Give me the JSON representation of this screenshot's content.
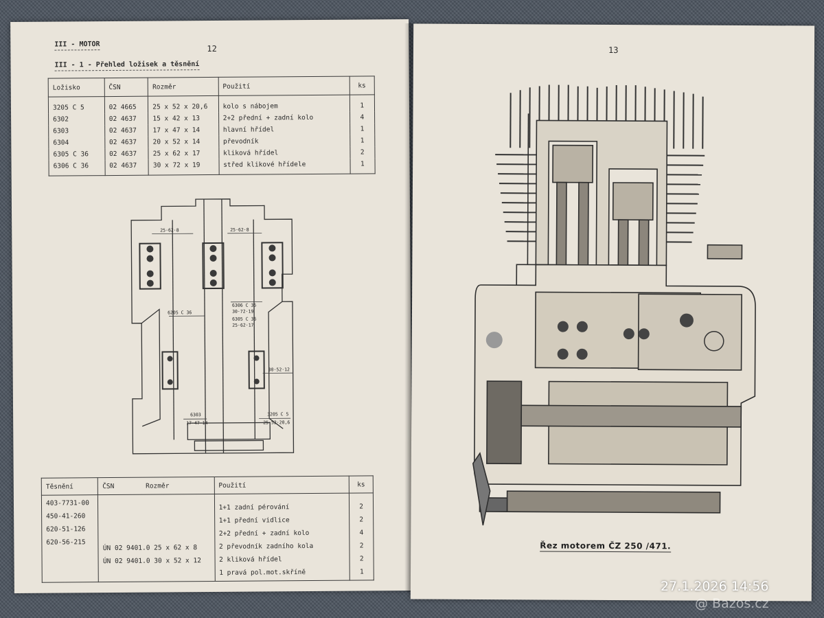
{
  "left_page": {
    "page_number": "12",
    "chapter": "III - MOTOR",
    "section": "III - 1 - Přehled ložisek a těsnění",
    "bearings_table": {
      "headers": [
        "Ložisko",
        "ČSN",
        "Rozměr",
        "Použití",
        "ks"
      ],
      "rows": [
        [
          "3205 C 5",
          "02 4665",
          "25 x 52 x 20,6",
          "kolo s nábojem",
          "1"
        ],
        [
          "6302",
          "02 4637",
          "15 x 42 x 13",
          "2+2 přední + zadní kolo",
          "4"
        ],
        [
          "6303",
          "02 4637",
          "17 x 47 x 14",
          "hlavní hřídel",
          "1"
        ],
        [
          "6304",
          "02 4637",
          "20 x 52 x 14",
          "převodník",
          "1"
        ],
        [
          "6305 C 36",
          "02 4637",
          "25 x 62 x 17",
          "kliková hřídel",
          "2"
        ],
        [
          "6306 C 36",
          "02 4637",
          "30 x 72 x 19",
          "střed klikové hřídele",
          "1"
        ]
      ]
    },
    "diagram_labels": {
      "l1": "25·62·8",
      "l2": "25·62·8",
      "l3": "6205 C 36",
      "l4": "6306 C 36",
      "l5": "30·72·19",
      "l6": "6305 C 36",
      "l7": "25·62·17",
      "l8": "30·52·12",
      "l9": "6303",
      "l10": "17·47·14",
      "l11": "3205 C 5",
      "l12": "25·52·20,6"
    },
    "seals_table": {
      "headers": [
        "Těsnění",
        "ČSN",
        "Rozměr",
        "Použití",
        "ks"
      ],
      "tesneni": [
        "403-7731-00",
        "450-41-260",
        "620-51-126",
        "620-56-215"
      ],
      "csn_rozmer": [
        "ÚN 02 9401.0 25 x 62 x 8",
        "ÚN 02 9401.0 30 x 52 x 12"
      ],
      "pouziti": [
        "1+1 zadní pérování",
        "1+1 přední vidlice",
        "2+2 přední + zadní kolo",
        "2 převodník zadního kola",
        "2 kliková hřídel",
        "1 pravá pol.mot.skříně"
      ],
      "ks": [
        "2",
        "2",
        "4",
        "2",
        "2",
        "1"
      ]
    }
  },
  "right_page": {
    "page_number": "13",
    "caption": "Řez motorem ČZ 250 /471."
  },
  "photo_overlay": {
    "timestamp": "27.1.2026 14:56",
    "watermark": "@ Bazos.cz"
  }
}
